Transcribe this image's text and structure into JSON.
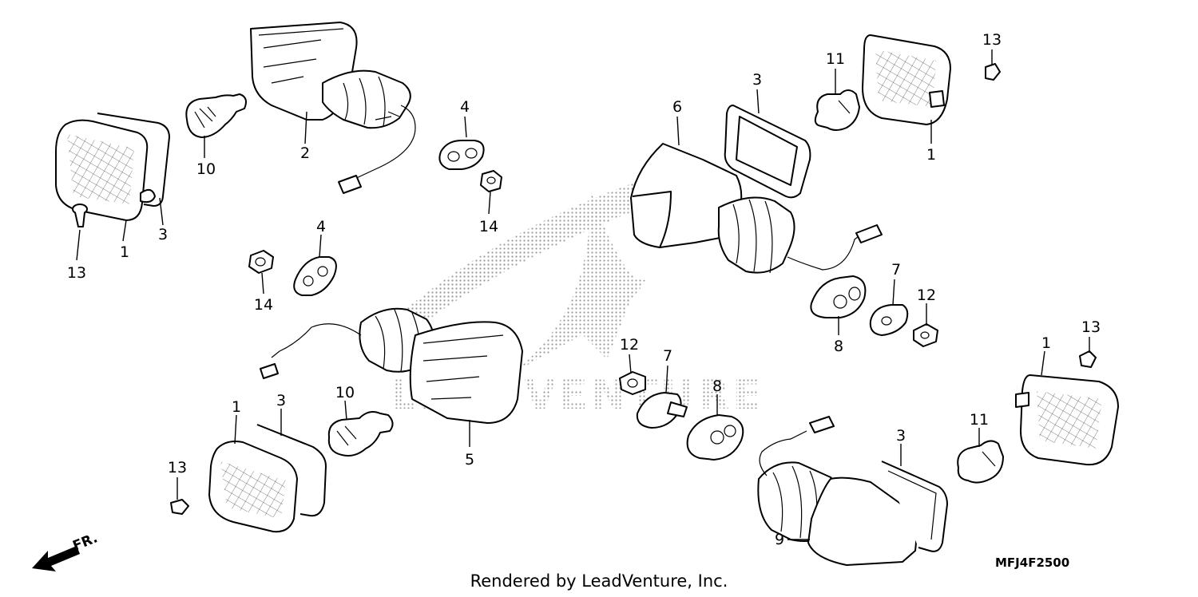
{
  "watermark": {
    "text": "LEADVENTURE"
  },
  "direction_marker": {
    "label": "FR."
  },
  "callouts": [
    {
      "id": "c1a",
      "label": "1"
    },
    {
      "id": "c3a",
      "label": "3"
    },
    {
      "id": "c13a",
      "label": "13"
    },
    {
      "id": "c10a",
      "label": "10"
    },
    {
      "id": "c2",
      "label": "2"
    },
    {
      "id": "c4a",
      "label": "4"
    },
    {
      "id": "c14a",
      "label": "14"
    },
    {
      "id": "c4b",
      "label": "4"
    },
    {
      "id": "c14b",
      "label": "14"
    },
    {
      "id": "c6",
      "label": "6"
    },
    {
      "id": "c3b",
      "label": "3"
    },
    {
      "id": "c11a",
      "label": "11"
    },
    {
      "id": "c1b",
      "label": "1"
    },
    {
      "id": "c13b",
      "label": "13"
    },
    {
      "id": "c7a",
      "label": "7"
    },
    {
      "id": "c8a",
      "label": "8"
    },
    {
      "id": "c12a",
      "label": "12"
    },
    {
      "id": "c13c",
      "label": "13"
    },
    {
      "id": "c1c",
      "label": "1"
    },
    {
      "id": "c12b",
      "label": "12"
    },
    {
      "id": "c7b",
      "label": "7"
    },
    {
      "id": "c8b",
      "label": "8"
    },
    {
      "id": "c5",
      "label": "5"
    },
    {
      "id": "c10b",
      "label": "10"
    },
    {
      "id": "c3c",
      "label": "3"
    },
    {
      "id": "c1d",
      "label": "1"
    },
    {
      "id": "c13d",
      "label": "13"
    },
    {
      "id": "c3d",
      "label": "3"
    },
    {
      "id": "c11b",
      "label": "11"
    },
    {
      "id": "c9",
      "label": "9"
    }
  ],
  "diagram_code": "MFJ4F2500",
  "footer": "Rendered by LeadVenture, Inc."
}
